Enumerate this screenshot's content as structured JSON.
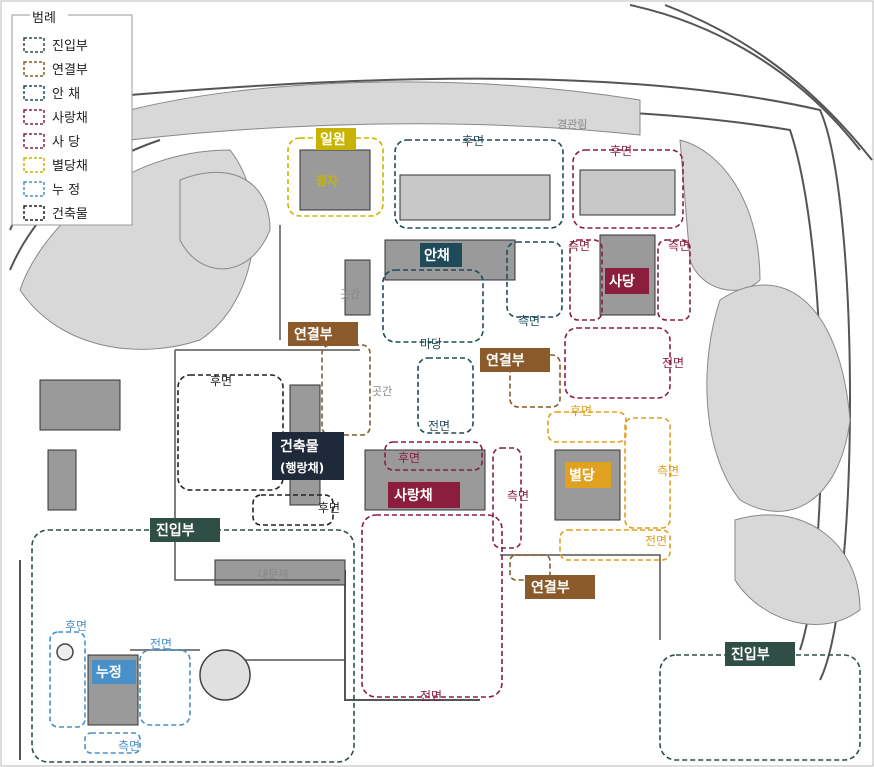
{
  "legend": {
    "title": "범례",
    "items": [
      {
        "label": "진입부",
        "color": "#2f4f46"
      },
      {
        "label": "연결부",
        "color": "#8a5a2b"
      },
      {
        "label": "안  채",
        "color": "#1e4a5a"
      },
      {
        "label": "사랑채",
        "color": "#8b1e3f"
      },
      {
        "label": "사  당",
        "color": "#8b1e3f"
      },
      {
        "label": "별당채",
        "color": "#c8b400"
      },
      {
        "label": "누  정",
        "color": "#4a90c8"
      },
      {
        "label": "건축물",
        "color": "#222222"
      }
    ]
  },
  "zones": {
    "ilwon": "일원",
    "anchae": "안채",
    "sadang": "사당",
    "yeongyeolbu_left": "연결부",
    "yeongyeolbu_mid": "연결부",
    "yeongyeolbu_bottom": "연결부",
    "geonchukmul": "건축물",
    "haengrangchae": "(행랑채)",
    "sarangchae": "사랑채",
    "byeoldang": "별당",
    "jinipbu_left": "진입부",
    "jinipbu_right": "진입부",
    "nujeong": "누정"
  },
  "labels": {
    "jeongja": "정자",
    "gyeonggwanrim": "경관림",
    "gotgan1": "곳간",
    "gotgan2": "곳간",
    "madang": "마당",
    "daemunchae": "대문채",
    "rear_anchae": "후면",
    "rear_sadang": "후면",
    "side_sadang_left": "측면",
    "side_sadang_right": "측면",
    "side_anchae": "측면",
    "front_sadang": "전면",
    "rear_left": "후면",
    "front_mid": "전면",
    "rear_sarang": "후면",
    "rear_haeng": "후면",
    "side_sarang": "측면",
    "rear_byeol": "후면",
    "side_byeol": "측면",
    "front_byeol": "전면",
    "front_sarang": "전면",
    "rear_nu": "후면",
    "front_nu": "전면",
    "side_nu": "측면"
  },
  "colors": {
    "entry": "#2f4f46",
    "connect": "#8a5a2b",
    "anchae": "#1e4a5a",
    "sarang": "#8b1e3f",
    "byeoldang": "#c8b400",
    "byeoldang_badge": "#e0a020",
    "nujeong": "#4a90c8",
    "building": "#222222"
  }
}
